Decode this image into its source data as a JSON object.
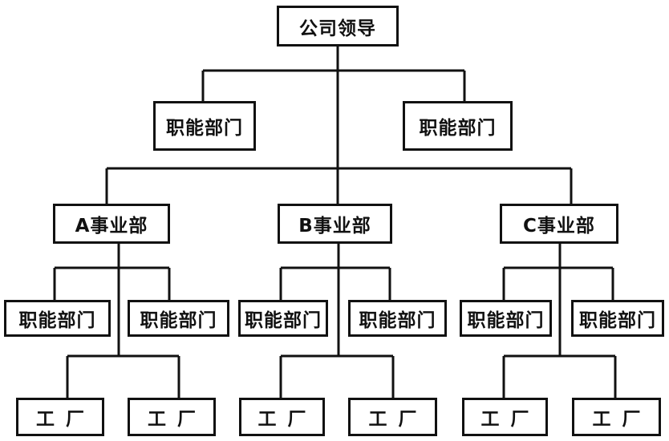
{
  "diagram": {
    "title": "组织结构图",
    "top": "公司领导",
    "hq_functional": [
      "职能部门",
      "职能部门"
    ],
    "divisions": [
      {
        "name": "A事业部",
        "functional": [
          "职能部门",
          "职能部门"
        ],
        "factories": [
          "工厂",
          "工厂"
        ]
      },
      {
        "name": "B事业部",
        "functional": [
          "职能部门",
          "职能部门"
        ],
        "factories": [
          "工厂",
          "工厂"
        ]
      },
      {
        "name": "C事业部",
        "functional": [
          "职能部门",
          "职能部门"
        ],
        "factories": [
          "工厂",
          "工厂"
        ]
      }
    ]
  }
}
